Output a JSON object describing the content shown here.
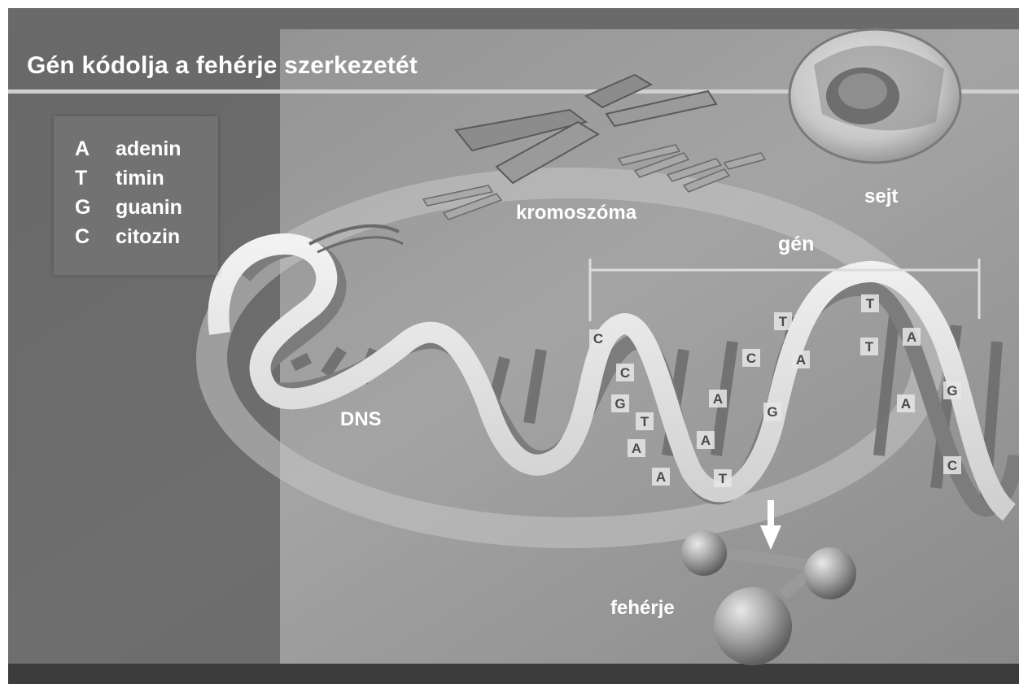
{
  "title": "Gén kódolja a fehérje szerkezetét",
  "legend": [
    {
      "letter": "A",
      "name": "adenin"
    },
    {
      "letter": "T",
      "name": "timin"
    },
    {
      "letter": "G",
      "name": "guanin"
    },
    {
      "letter": "C",
      "name": "citozin"
    }
  ],
  "labels": {
    "chromosome": "kromoszóma",
    "cell": "sejt",
    "gene": "gén",
    "dna": "DNS",
    "protein": "fehérje"
  },
  "bases": [
    "C",
    "C",
    "G",
    "T",
    "A",
    "A",
    "A",
    "A",
    "T",
    "C",
    "G",
    "T",
    "A",
    "T",
    "T",
    "A",
    "A",
    "G",
    "C"
  ]
}
